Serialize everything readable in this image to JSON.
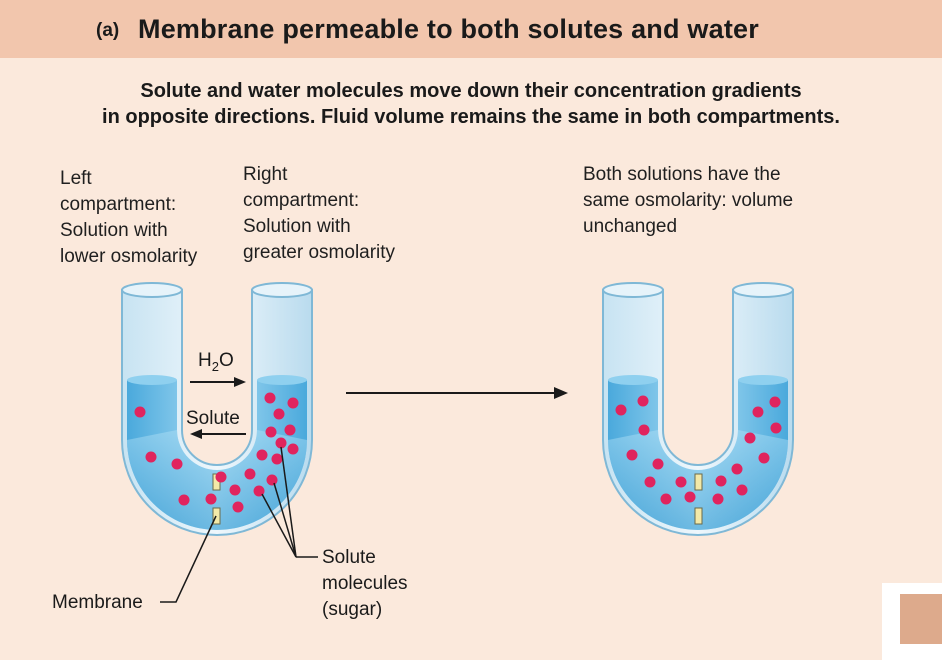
{
  "header": {
    "label": "(a)",
    "title": "Membrane permeable to both solutes and water"
  },
  "subtitle": {
    "line1": "Solute and water molecules move down their concentration gradients",
    "line2": "in opposite directions. Fluid volume remains the same in both compartments."
  },
  "left_compartment": {
    "line1": "Left",
    "line2": "compartment:",
    "line3": "Solution with",
    "line4": "lower osmolarity"
  },
  "right_compartment": {
    "line1": "Right",
    "line2": "compartment:",
    "line3": "Solution with",
    "line4": "greater osmolarity"
  },
  "after_state": {
    "line1": "Both solutions have the",
    "line2": "same osmolarity: volume",
    "line3": "unchanged"
  },
  "arrows": {
    "water_base": "H",
    "water_sub": "2",
    "water_end": "O",
    "solute": "Solute"
  },
  "labels": {
    "membrane": "Membrane",
    "solute_line1": "Solute",
    "solute_line2": "molecules",
    "solute_line3": "(sugar)"
  },
  "colors": {
    "header_bg": "#f2c6ad",
    "page_bg": "#fbe9dc",
    "solution": "#6bbfe6",
    "solute_dot": "#e0245e",
    "membrane": "#f3e9a8"
  }
}
